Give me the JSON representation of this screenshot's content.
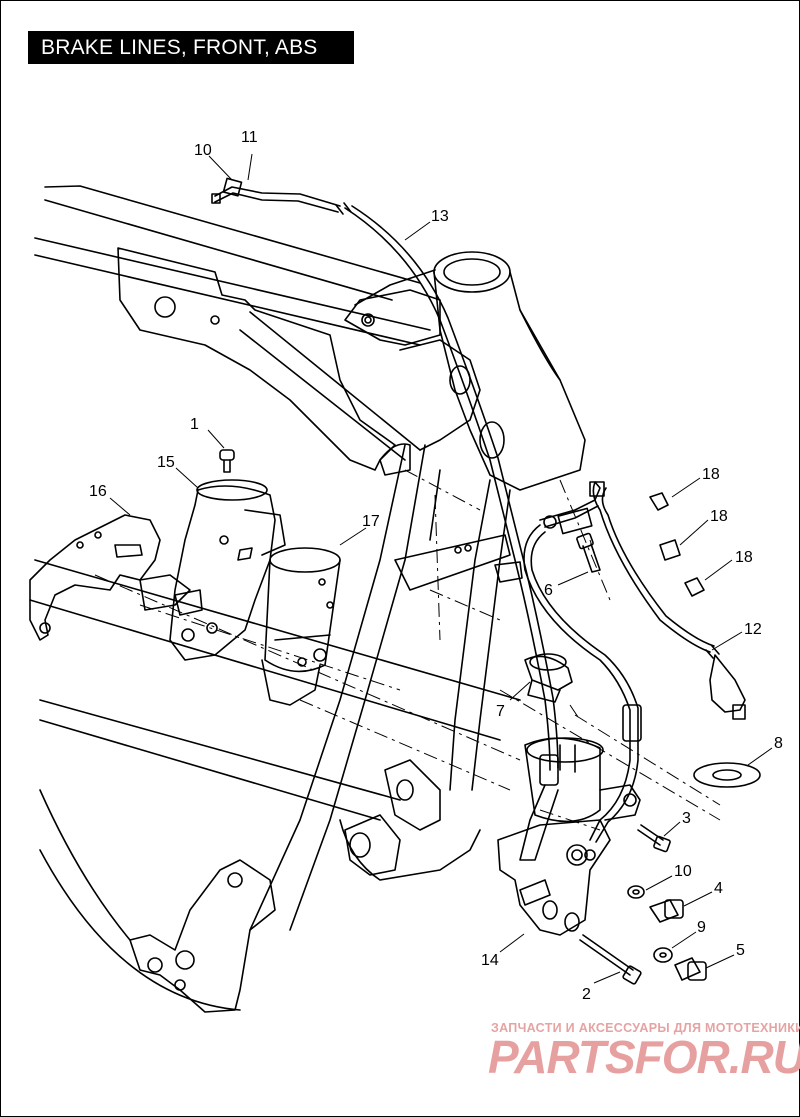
{
  "title": "BRAKE LINES, FRONT, ABS",
  "callouts": [
    {
      "id": "c1",
      "label": "1"
    },
    {
      "id": "c2",
      "label": "2"
    },
    {
      "id": "c3",
      "label": "3"
    },
    {
      "id": "c4",
      "label": "4"
    },
    {
      "id": "c5",
      "label": "5"
    },
    {
      "id": "c6",
      "label": "6"
    },
    {
      "id": "c7",
      "label": "7"
    },
    {
      "id": "c8",
      "label": "8"
    },
    {
      "id": "c9",
      "label": "9"
    },
    {
      "id": "c10a",
      "label": "10"
    },
    {
      "id": "c10b",
      "label": "10"
    },
    {
      "id": "c11",
      "label": "11"
    },
    {
      "id": "c12",
      "label": "12"
    },
    {
      "id": "c13",
      "label": "13"
    },
    {
      "id": "c14",
      "label": "14"
    },
    {
      "id": "c15",
      "label": "15"
    },
    {
      "id": "c16",
      "label": "16"
    },
    {
      "id": "c17",
      "label": "17"
    },
    {
      "id": "c18a",
      "label": "18"
    },
    {
      "id": "c18b",
      "label": "18"
    },
    {
      "id": "c18c",
      "label": "18"
    }
  ],
  "watermark": {
    "tagline": "ЗАПЧАСТИ И АКСЕССУАРЫ ДЛЯ МОТОТЕХНИКИ",
    "brand": "PARTSFOR.RU"
  }
}
